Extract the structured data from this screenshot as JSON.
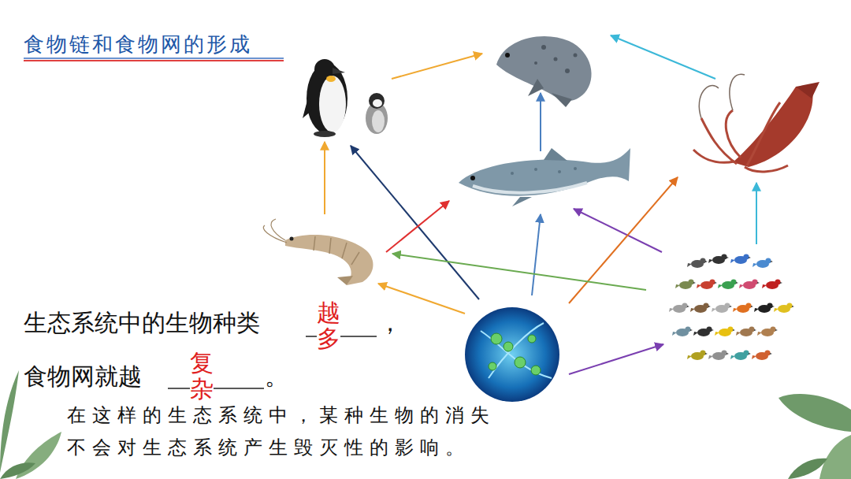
{
  "diagram": {
    "title": "食物链和食物网的形成",
    "labels": [
      "生态系统中的生物种类",
      "越多",
      "，",
      "食物网就越",
      "复杂",
      "。",
      "在这样的生态系统中，某种生物的消失不会对生态系统产生毁灭性的影响。"
    ]
  }
}
